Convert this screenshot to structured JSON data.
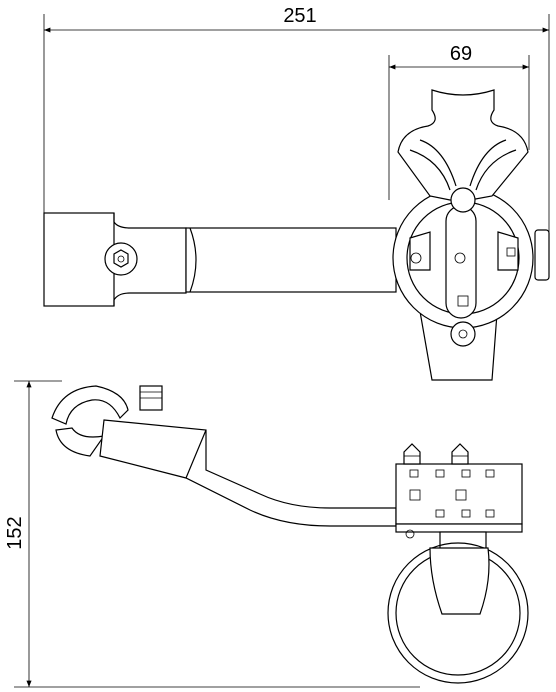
{
  "dimensions": {
    "overall_length": "251",
    "clamp_width": "69",
    "overall_height": "152"
  },
  "colors": {
    "line": "#000000",
    "background": "#ffffff"
  },
  "views": [
    "top-view",
    "side-view"
  ]
}
